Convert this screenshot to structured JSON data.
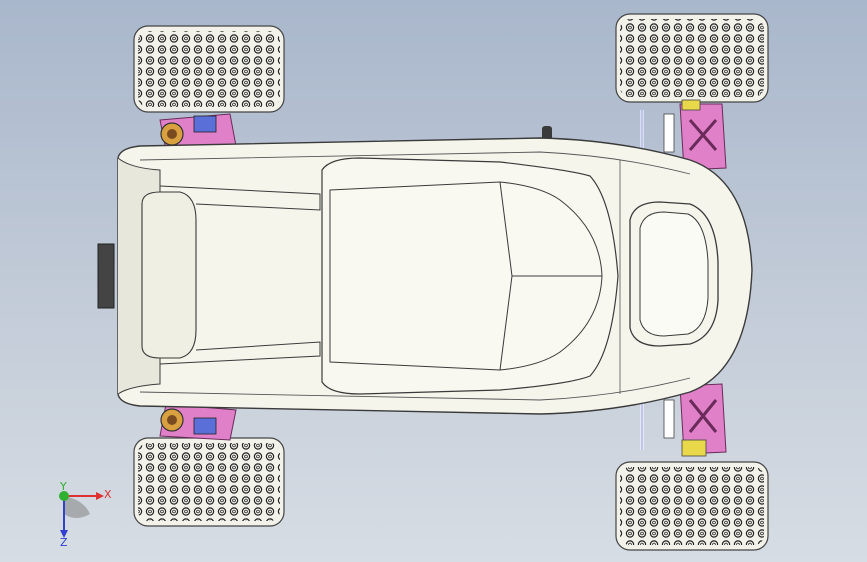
{
  "viewport": {
    "background_top": "#a9b7cc",
    "background_bottom": "#d7dde4"
  },
  "model": {
    "body_color": "#f5f5ec",
    "body_edge_color": "#3a3a3a",
    "tire_color": "#f2f2ea",
    "suspension_arm_color": "#e080c8",
    "accent_yellow": "#e8d84a",
    "accent_blue": "#5a6fd8"
  },
  "triad": {
    "x_label": "X",
    "y_label": "Y",
    "z_label": "Z",
    "x_color": "#e03030",
    "y_color": "#30b030",
    "z_color": "#3040d0"
  }
}
